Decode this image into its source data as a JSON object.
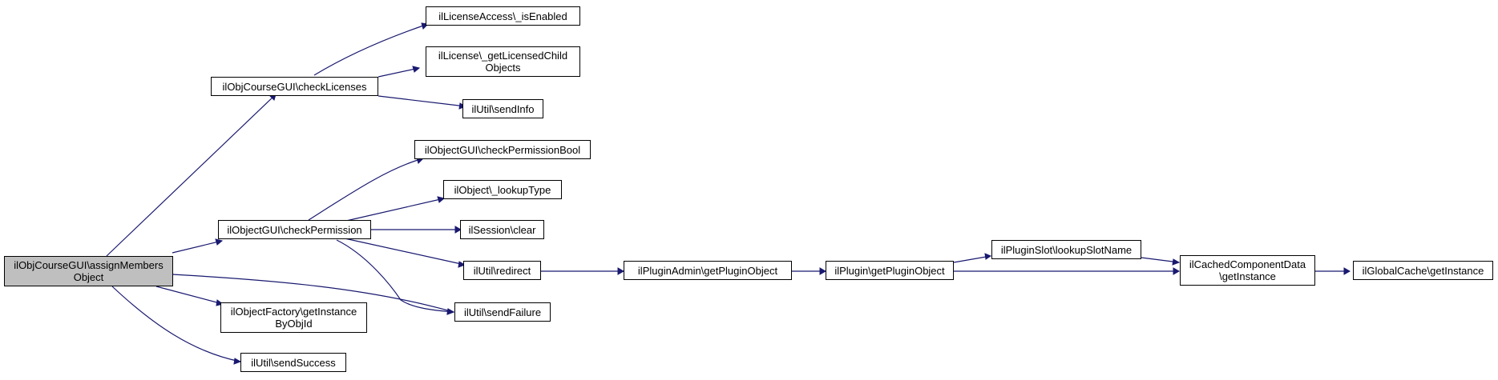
{
  "diagram": {
    "nodes": [
      {
        "id": "root",
        "lines": [
          "ilObjCourseGUI\\assignMembers",
          "Object"
        ],
        "root": true
      },
      {
        "id": "checkLicenses",
        "lines": [
          "ilObjCourseGUI\\checkLicenses"
        ]
      },
      {
        "id": "isEnabled",
        "lines": [
          "ilLicenseAccess\\_isEnabled"
        ]
      },
      {
        "id": "getLicensedChild",
        "lines": [
          "ilLicense\\_getLicensedChild",
          "Objects"
        ]
      },
      {
        "id": "sendInfo",
        "lines": [
          "ilUtil\\sendInfo"
        ]
      },
      {
        "id": "checkPermissionBool",
        "lines": [
          "ilObjectGUI\\checkPermissionBool"
        ]
      },
      {
        "id": "lookupType",
        "lines": [
          "ilObject\\_lookupType"
        ]
      },
      {
        "id": "checkPermission",
        "lines": [
          "ilObjectGUI\\checkPermission"
        ]
      },
      {
        "id": "sessionClear",
        "lines": [
          "ilSession\\clear"
        ]
      },
      {
        "id": "redirect",
        "lines": [
          "ilUtil\\redirect"
        ]
      },
      {
        "id": "adminGetPluginObject",
        "lines": [
          "ilPluginAdmin\\getPluginObject"
        ]
      },
      {
        "id": "pluginGetPluginObject",
        "lines": [
          "ilPlugin\\getPluginObject"
        ]
      },
      {
        "id": "lookupSlotName",
        "lines": [
          "ilPluginSlot\\lookupSlotName"
        ]
      },
      {
        "id": "cachedGetInstance",
        "lines": [
          "ilCachedComponentData",
          "\\getInstance"
        ]
      },
      {
        "id": "globalCache",
        "lines": [
          "ilGlobalCache\\getInstance"
        ]
      },
      {
        "id": "sendFailure",
        "lines": [
          "ilUtil\\sendFailure"
        ]
      },
      {
        "id": "objectFactory",
        "lines": [
          "ilObjectFactory\\getInstance",
          "ByObjId"
        ]
      },
      {
        "id": "sendSuccess",
        "lines": [
          "ilUtil\\sendSuccess"
        ]
      }
    ],
    "edges": [
      {
        "from": "root",
        "to": "checkLicenses"
      },
      {
        "from": "root",
        "to": "checkPermission"
      },
      {
        "from": "root",
        "to": "sendFailure"
      },
      {
        "from": "root",
        "to": "objectFactory"
      },
      {
        "from": "root",
        "to": "sendSuccess"
      },
      {
        "from": "checkLicenses",
        "to": "isEnabled"
      },
      {
        "from": "checkLicenses",
        "to": "getLicensedChild"
      },
      {
        "from": "checkLicenses",
        "to": "sendInfo"
      },
      {
        "from": "checkPermission",
        "to": "checkPermissionBool"
      },
      {
        "from": "checkPermission",
        "to": "lookupType"
      },
      {
        "from": "checkPermission",
        "to": "sessionClear"
      },
      {
        "from": "checkPermission",
        "to": "redirect"
      },
      {
        "from": "checkPermission",
        "to": "sendFailure"
      },
      {
        "from": "redirect",
        "to": "adminGetPluginObject"
      },
      {
        "from": "adminGetPluginObject",
        "to": "pluginGetPluginObject"
      },
      {
        "from": "pluginGetPluginObject",
        "to": "lookupSlotName"
      },
      {
        "from": "pluginGetPluginObject",
        "to": "cachedGetInstance"
      },
      {
        "from": "lookupSlotName",
        "to": "cachedGetInstance"
      },
      {
        "from": "cachedGetInstance",
        "to": "globalCache"
      }
    ],
    "colors": {
      "edge": "#191970",
      "root_fill": "#bfbfbf",
      "node_fill": "#ffffff",
      "border": "#000000"
    }
  }
}
